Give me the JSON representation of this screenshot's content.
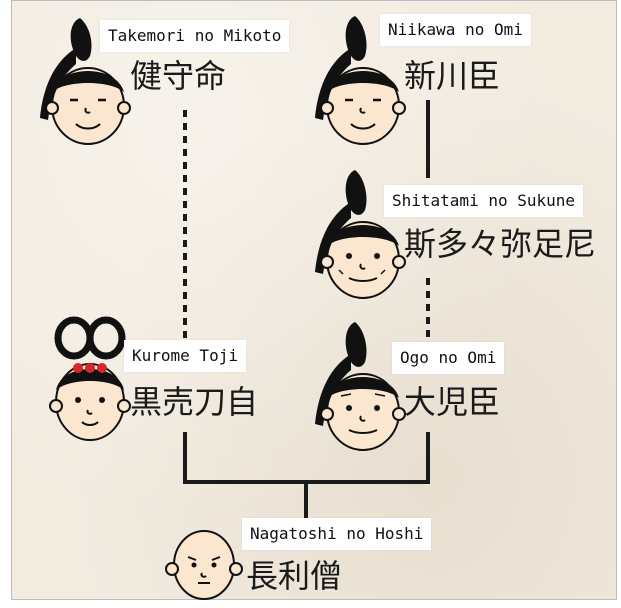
{
  "people": {
    "takemori": {
      "romaji": "Takemori no Mikoto",
      "kanji": "健守命"
    },
    "niikawa": {
      "romaji": "Niikawa no Omi",
      "kanji": "新川臣"
    },
    "shitatami": {
      "romaji": "Shitatami no Sukune",
      "kanji": "斯多々弥足尼"
    },
    "kurome": {
      "romaji": "Kurome Toji",
      "kanji": "黒売刀自"
    },
    "ogo": {
      "romaji": "Ogo no Omi",
      "kanji": "大児臣"
    },
    "nagatoshi": {
      "romaji": "Nagatoshi no Hoshi",
      "kanji": "長利僧"
    }
  },
  "colors": {
    "background": "#f2ebe0",
    "line": "#1a1a1a",
    "skin": "#fbe6cf",
    "hair": "#111111",
    "ribbon": "#d62828"
  }
}
